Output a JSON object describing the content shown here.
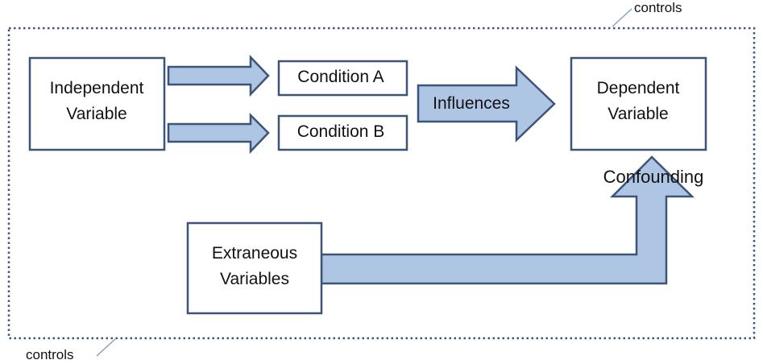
{
  "diagram": {
    "boxes": {
      "independent": [
        "Independent",
        "Variable"
      ],
      "condition_a": "Condition A",
      "condition_b": "Condition B",
      "dependent": [
        "Dependent",
        "Variable"
      ],
      "extraneous": [
        "Extraneous",
        "Variables"
      ]
    },
    "arrows": {
      "influences": "Influences",
      "confounding": "Confounding"
    },
    "callouts": {
      "controls_top": "controls",
      "controls_bottom": "controls"
    }
  },
  "colors": {
    "arrow_fill": "#aec5e4",
    "arrow_stroke": "#3b5478",
    "box_stroke": "#3b5478",
    "dotted_border": "#3b5478",
    "callout_line": "#7f9bc1"
  }
}
